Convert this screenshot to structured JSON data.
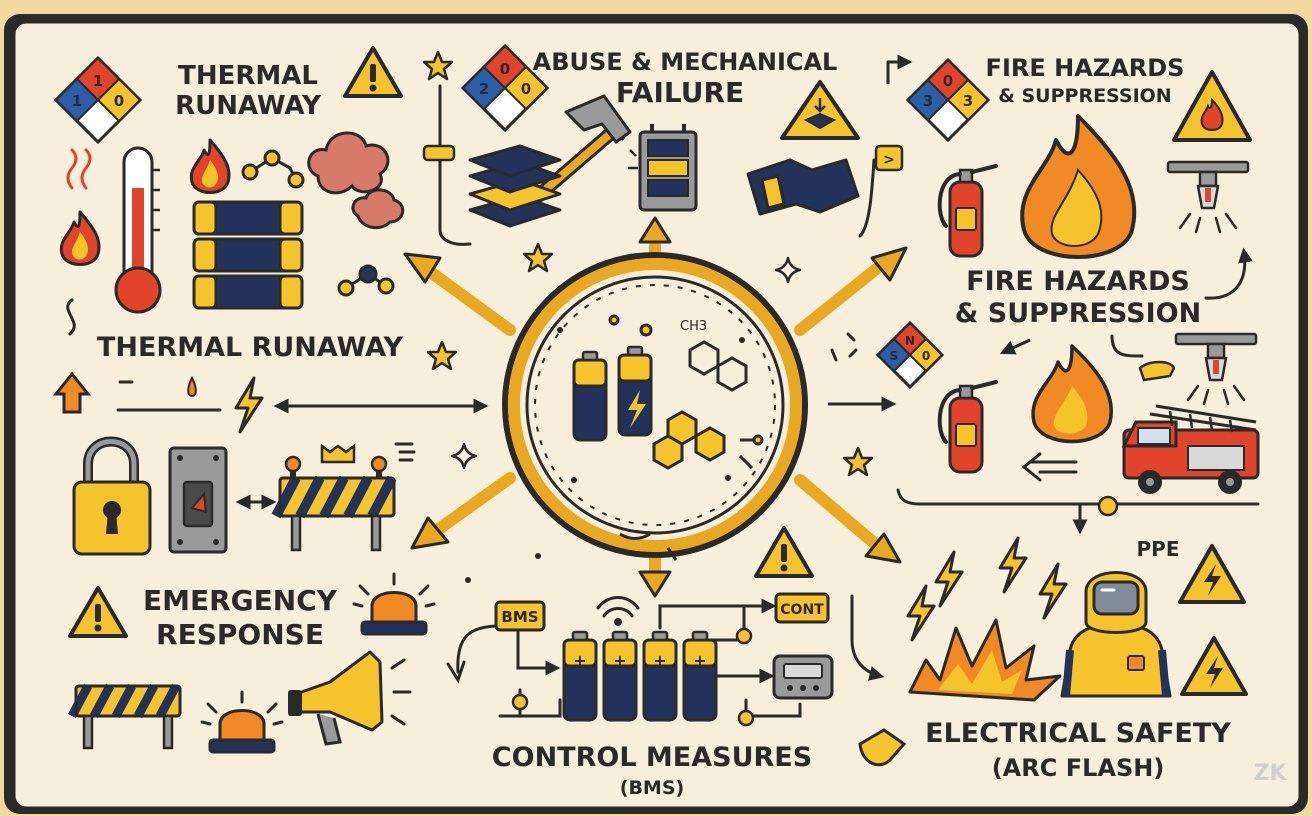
{
  "diamonds": {
    "thermal": {
      "top": "1",
      "left": "1",
      "right": "0",
      "bottom": ""
    },
    "abuse": {
      "top": "0",
      "left": "2",
      "right": "0",
      "bottom": ""
    },
    "fire": {
      "top": "0",
      "left": "3",
      "right": "3",
      "bottom": ""
    },
    "fire2": {
      "top": "N",
      "left": "S",
      "right": "0",
      "bottom": ""
    }
  },
  "labels": {
    "thermal_runaway_top_1": "THERMAL",
    "thermal_runaway_top_2": "RUNAWAY",
    "thermal_runaway_mid": "THERMAL RUNAWAY",
    "abuse_1": "ABUSE & MECHANICAL",
    "abuse_2": "FAILURE",
    "fire_top_1": "FIRE HAZARDS",
    "fire_top_2": "& SUPPRESSION",
    "fire_mid_1": "FIRE HAZARDS",
    "fire_mid_2": "& SUPPRESSION",
    "emergency_1": "EMERGENCY",
    "emergency_2": "RESPONSE",
    "control_1": "CONTROL MEASURES",
    "control_2": "(BMS)",
    "electrical_1": "ELECTRICAL SAFETY",
    "electrical_2": "(ARC FLASH)",
    "ppe": "PPE",
    "bms": "BMS",
    "cont": "CONT",
    "ch3": "CH3",
    "battery_plus": "+",
    "chevron": ">",
    "watermark": "ZK"
  },
  "colors": {
    "frame": "#f3d9a0",
    "paper": "#f7eedb",
    "ink": "#2a2a2a",
    "yellow": "#f5c32c",
    "gold": "#e8a820",
    "navy": "#23325a",
    "red": "#e0442a",
    "orange": "#f08a24",
    "salmon": "#d87a6a",
    "blue": "#2d5fa8",
    "gray": "#9a9a9a"
  },
  "icons": [
    "nfpa-diamond-icon",
    "warning-triangle-icon",
    "thermometer-icon",
    "flame-icon",
    "battery-stack-icon",
    "smoke-cloud-icon",
    "molecule-icon",
    "hammer-icon",
    "crushed-battery-icon",
    "fire-extinguisher-icon",
    "sprinkler-icon",
    "fire-truck-icon",
    "padlock-icon",
    "switch-icon",
    "barricade-icon",
    "siren-icon",
    "megaphone-icon",
    "bms-circuit-icon",
    "lightning-icon",
    "arc-flash-icon",
    "ppe-suit-icon",
    "star-icon"
  ]
}
